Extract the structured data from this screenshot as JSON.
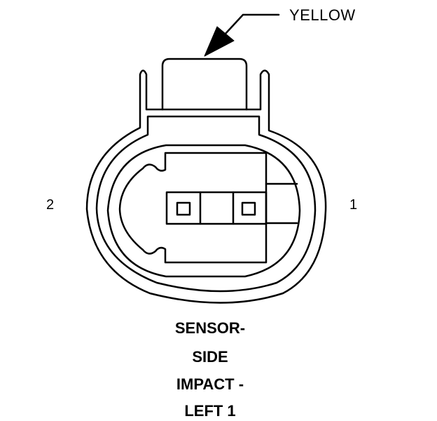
{
  "callout": {
    "color_label": "YELLOW"
  },
  "pins": {
    "left": "2",
    "right": "1"
  },
  "caption": {
    "lines": [
      "SENSOR-",
      "SIDE",
      "IMPACT -",
      "LEFT 1"
    ]
  }
}
